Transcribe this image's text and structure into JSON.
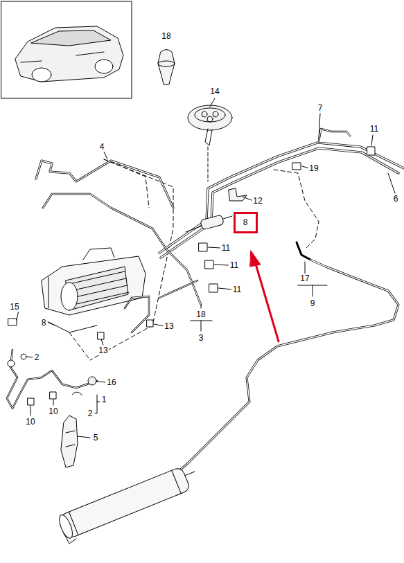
{
  "diagram": {
    "nodes": [
      {
        "text": [
          "8"
        ]
      }
    ],
    "labels": [
      "18",
      "14",
      "7",
      "11",
      "4",
      "19",
      "12",
      "6",
      "11",
      "11",
      "17",
      "11",
      "9",
      "15",
      "18",
      "8",
      "13",
      "3",
      "13",
      "2",
      "16",
      "1",
      "2",
      "10",
      "10",
      "5"
    ]
  }
}
